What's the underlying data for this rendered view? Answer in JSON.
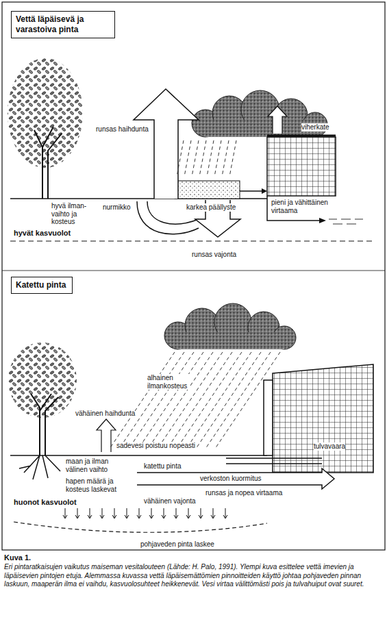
{
  "diagram": {
    "caption": "Eri pintaratkaisujen vaikutus maiseman vesitalouteen (Lähde: H. Palo, 1991). Ylempi kuva esittelee vettä imevien ja läpäisevien pintojen etuja. Alemmassa kuvassa vettä läpäisemättömien pinnoitteiden käyttö johtaa pohjaveden pinnan laskuun, maaperän ilma ei vaihdu, kasvuolosuhteet heikkenevät. Vesi virtaa välittömästi pois ja tulvahuiput ovat suuret.",
    "nodes": [
      {
        "text": [
          "Vettä läpäisevä ja varastoiva pinta"
        ]
      },
      {
        "text": [
          "Katettu pinta"
        ]
      }
    ],
    "labels": [
      "runsas haihdunta",
      "viherkate",
      "hyvä ilman- vaihto ja kosteus",
      "nurmikko",
      "karkea päällyste",
      "pieni ja vähittäinen virtaama",
      "hyvät kasvuolot",
      "runsas vajonta",
      "alhainen ilmankosteus",
      "vähäinen haihdunta",
      "sadevesi poistuu nopeasti",
      "tulvavaara",
      "maan ja ilman välinen vaihto",
      "katettu pinta",
      "verkoston kuormitus",
      "hapen määrä ja kosteus laskevat",
      "runsas ja nopea virtaama",
      "huonot kasvuolot",
      "vähäinen vajonta",
      "pohjaveden pinta laskee",
      "Kuva 1."
    ]
  }
}
